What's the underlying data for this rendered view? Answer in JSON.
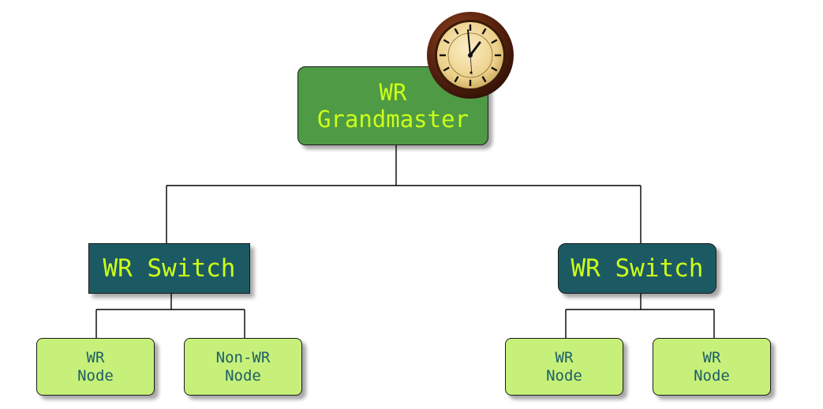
{
  "diagram": {
    "grandmaster": {
      "line1": "WR",
      "line2": "Grandmaster"
    },
    "switch_left": {
      "label": "WR Switch"
    },
    "switch_right": {
      "label": "WR Switch"
    },
    "node_1": {
      "line1": "WR",
      "line2": "Node"
    },
    "node_2": {
      "line1": "Non-WR",
      "line2": "Node"
    },
    "node_3": {
      "line1": "WR",
      "line2": "Node"
    },
    "node_4": {
      "line1": "WR",
      "line2": "Node"
    },
    "clock_icon": "wall-clock-icon",
    "colors": {
      "grandmaster_fill": "#4e9a45",
      "switch_fill": "#1c5a63",
      "node_fill": "#c6f07a",
      "highlight_text": "#ccff1a",
      "node_text": "#1e5e66",
      "connector": "#000000"
    }
  }
}
